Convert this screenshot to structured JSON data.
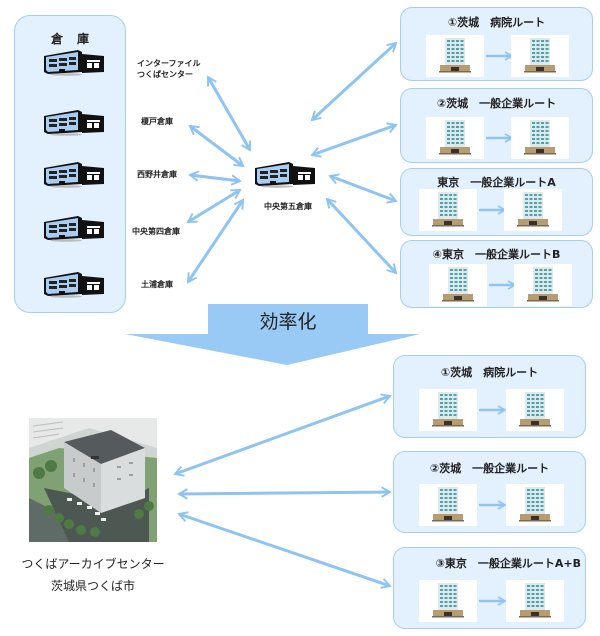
{
  "before": {
    "group_title": "倉庫",
    "warehouses": [
      {
        "label_line1": "インターファイル",
        "label_line2": "つくばセンター"
      },
      {
        "label_line1": "榎戸倉庫",
        "label_line2": ""
      },
      {
        "label_line1": "西野井倉庫",
        "label_line2": ""
      },
      {
        "label_line1": "中央第四倉庫",
        "label_line2": ""
      },
      {
        "label_line1": "土浦倉庫",
        "label_line2": ""
      }
    ],
    "hub": {
      "label": "中央第五倉庫",
      "icon": "warehouse-icon"
    },
    "routes": [
      {
        "title": "①茨城　病院ルート"
      },
      {
        "title": "②茨城　一般企業ルート"
      },
      {
        "title": "東京　一般企業ルートA"
      },
      {
        "title": "④東京　一般企業ルートB"
      }
    ]
  },
  "transition": {
    "label": "効率化",
    "icon": "down-arrow"
  },
  "after": {
    "facility": {
      "name": "つくばアーカイブセンター",
      "location": "茨城県つくば市",
      "image": "facility-photo"
    },
    "routes": [
      {
        "title": "①茨城　病院ルート"
      },
      {
        "title": "②茨城　一般企業ルート"
      },
      {
        "title": "③東京　一般企業ルートA+B"
      }
    ]
  },
  "colors": {
    "box_fill": "#e3f0fd",
    "box_border": "#a9cdf0",
    "arrow": "#8ec3f2",
    "big_arrow": "#99c9f5"
  }
}
